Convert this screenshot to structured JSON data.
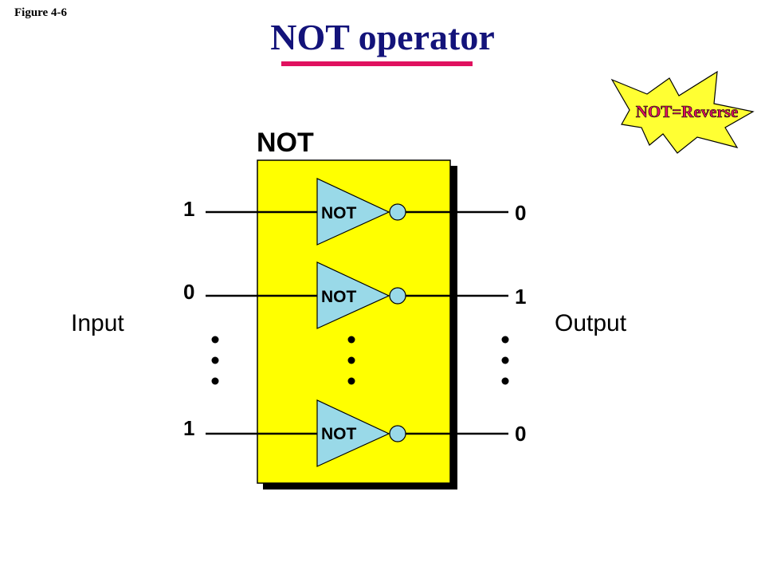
{
  "figure_label": "Figure 4-6",
  "title": "NOT operator",
  "callout": {
    "text": "NOT=Reverse",
    "fill_color": "#ffff33",
    "text_color": "#e0115f"
  },
  "block": {
    "label": "NOT",
    "fill_color": "#ffff00"
  },
  "gate_label": "NOT",
  "gate_color": "#99d9e8",
  "input_label": "Input",
  "output_label": "Output",
  "rows": [
    {
      "input": "1",
      "output": "0"
    },
    {
      "input": "0",
      "output": "1"
    },
    {
      "input": "1",
      "output": "0"
    }
  ],
  "accent_color": "#e0115f",
  "title_color": "#13137a"
}
